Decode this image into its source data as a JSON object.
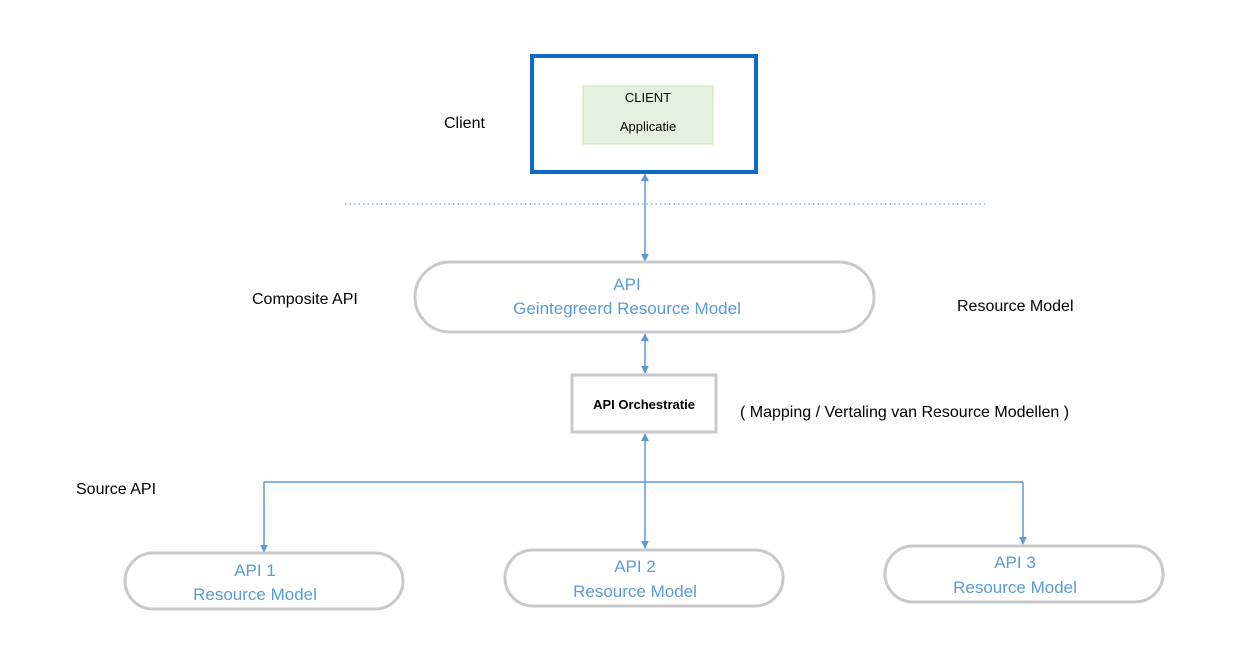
{
  "layers": {
    "client": "Client",
    "composite": "Composite API",
    "source": "Source API"
  },
  "client_box": {
    "line1": "CLIENT",
    "line2": "Applicatie"
  },
  "composite_api": {
    "line1": "API",
    "line2": "Geintegreerd Resource Model"
  },
  "resource_model_label": "Resource Model",
  "orchestration": {
    "label": "API Orchestratie",
    "note": "( Mapping / Vertaling van Resource Modellen )"
  },
  "source_apis": [
    {
      "line1": "API 1",
      "line2": "Resource Model"
    },
    {
      "line1": "API 2",
      "line2": "Resource Model"
    },
    {
      "line1": "API 3",
      "line2": "Resource Model"
    }
  ],
  "colors": {
    "client_frame": "#0b6cc4",
    "client_fill": "#e3f2dc",
    "client_fill_border": "#c8e3bd",
    "api_text": "#5b9bd5",
    "connector": "#5b9bd5",
    "pill_border": "#c9c9c9",
    "dotted_line": "#7fb1dd"
  }
}
